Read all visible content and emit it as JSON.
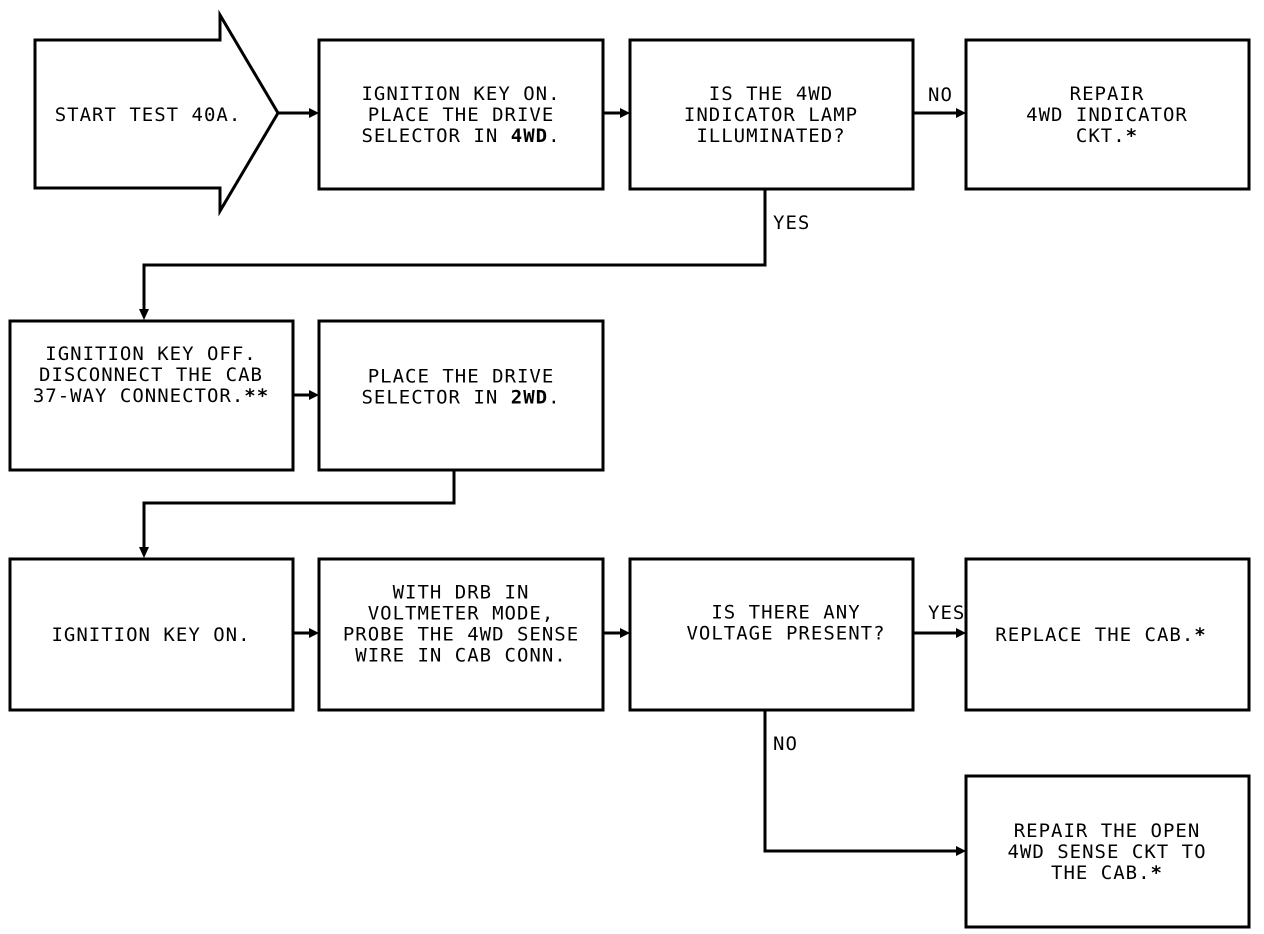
{
  "diagram": {
    "start": {
      "lines": [
        [
          {
            "t": "START TEST 40A."
          }
        ]
      ]
    },
    "nodes": {
      "n1": {
        "lines": [
          [
            {
              "t": "IGNITION KEY ON."
            }
          ],
          [
            {
              "t": "PLACE THE DRIVE"
            }
          ],
          [
            {
              "t": "SELECTOR IN "
            },
            {
              "t": "4WD",
              "b": true
            },
            {
              "t": "."
            }
          ]
        ]
      },
      "n2": {
        "lines": [
          [
            {
              "t": "IS THE 4WD"
            }
          ],
          [
            {
              "t": "INDICATOR LAMP"
            }
          ],
          [
            {
              "t": "ILLUMINATED?"
            }
          ]
        ]
      },
      "n3": {
        "lines": [
          [
            {
              "t": "REPAIR"
            }
          ],
          [
            {
              "t": "4WD INDICATOR"
            }
          ],
          [
            {
              "t": "CKT."
            },
            {
              "t": "*",
              "b": true
            }
          ]
        ]
      },
      "n4": {
        "lines": [
          [
            {
              "t": "IGNITION KEY OFF."
            }
          ],
          [
            {
              "t": "DISCONNECT THE CAB"
            }
          ],
          [
            {
              "t": "37-WAY CONNECTOR."
            },
            {
              "t": "**",
              "b": true
            }
          ]
        ]
      },
      "n5": {
        "lines": [
          [
            {
              "t": "PLACE THE DRIVE"
            }
          ],
          [
            {
              "t": "SELECTOR IN "
            },
            {
              "t": "2WD",
              "b": true
            },
            {
              "t": "."
            }
          ]
        ]
      },
      "n6": {
        "lines": [
          [
            {
              "t": "IGNITION KEY ON."
            }
          ]
        ]
      },
      "n7": {
        "lines": [
          [
            {
              "t": "WITH DRB IN"
            }
          ],
          [
            {
              "t": "VOLTMETER MODE,"
            }
          ],
          [
            {
              "t": "PROBE THE 4WD SENSE"
            }
          ],
          [
            {
              "t": "WIRE IN CAB CONN."
            }
          ]
        ]
      },
      "n8": {
        "lines": [
          [
            {
              "t": "IS THERE ANY"
            }
          ],
          [
            {
              "t": "VOLTAGE PRESENT?"
            }
          ]
        ]
      },
      "n9": {
        "lines": [
          [
            {
              "t": "REPLACE THE CAB."
            },
            {
              "t": "*",
              "b": true
            }
          ]
        ]
      },
      "n10": {
        "lines": [
          [
            {
              "t": "REPAIR THE OPEN"
            }
          ],
          [
            {
              "t": "4WD SENSE CKT TO"
            }
          ],
          [
            {
              "t": "THE CAB."
            },
            {
              "t": "*",
              "b": true
            }
          ]
        ]
      }
    },
    "labels": {
      "no_1": "NO",
      "yes_1": "YES",
      "yes_2": "YES",
      "no_2": "NO"
    }
  }
}
